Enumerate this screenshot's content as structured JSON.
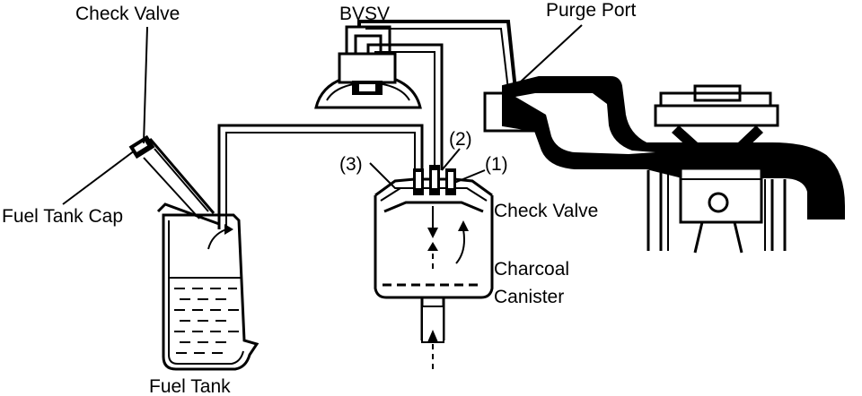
{
  "labels": {
    "check_valve_top": "Check Valve",
    "bvsv": "BVSV",
    "purge_port": "Purge Port",
    "fuel_tank_cap": "Fuel Tank Cap",
    "port_3": "(3)",
    "port_2": "(2)",
    "port_1": "(1)",
    "check_valve_canister": "Check Valve",
    "charcoal": "Charcoal",
    "canister": "Canister",
    "fuel_tank": "Fuel Tank"
  },
  "colors": {
    "ink": "#000000",
    "paper": "#ffffff"
  }
}
